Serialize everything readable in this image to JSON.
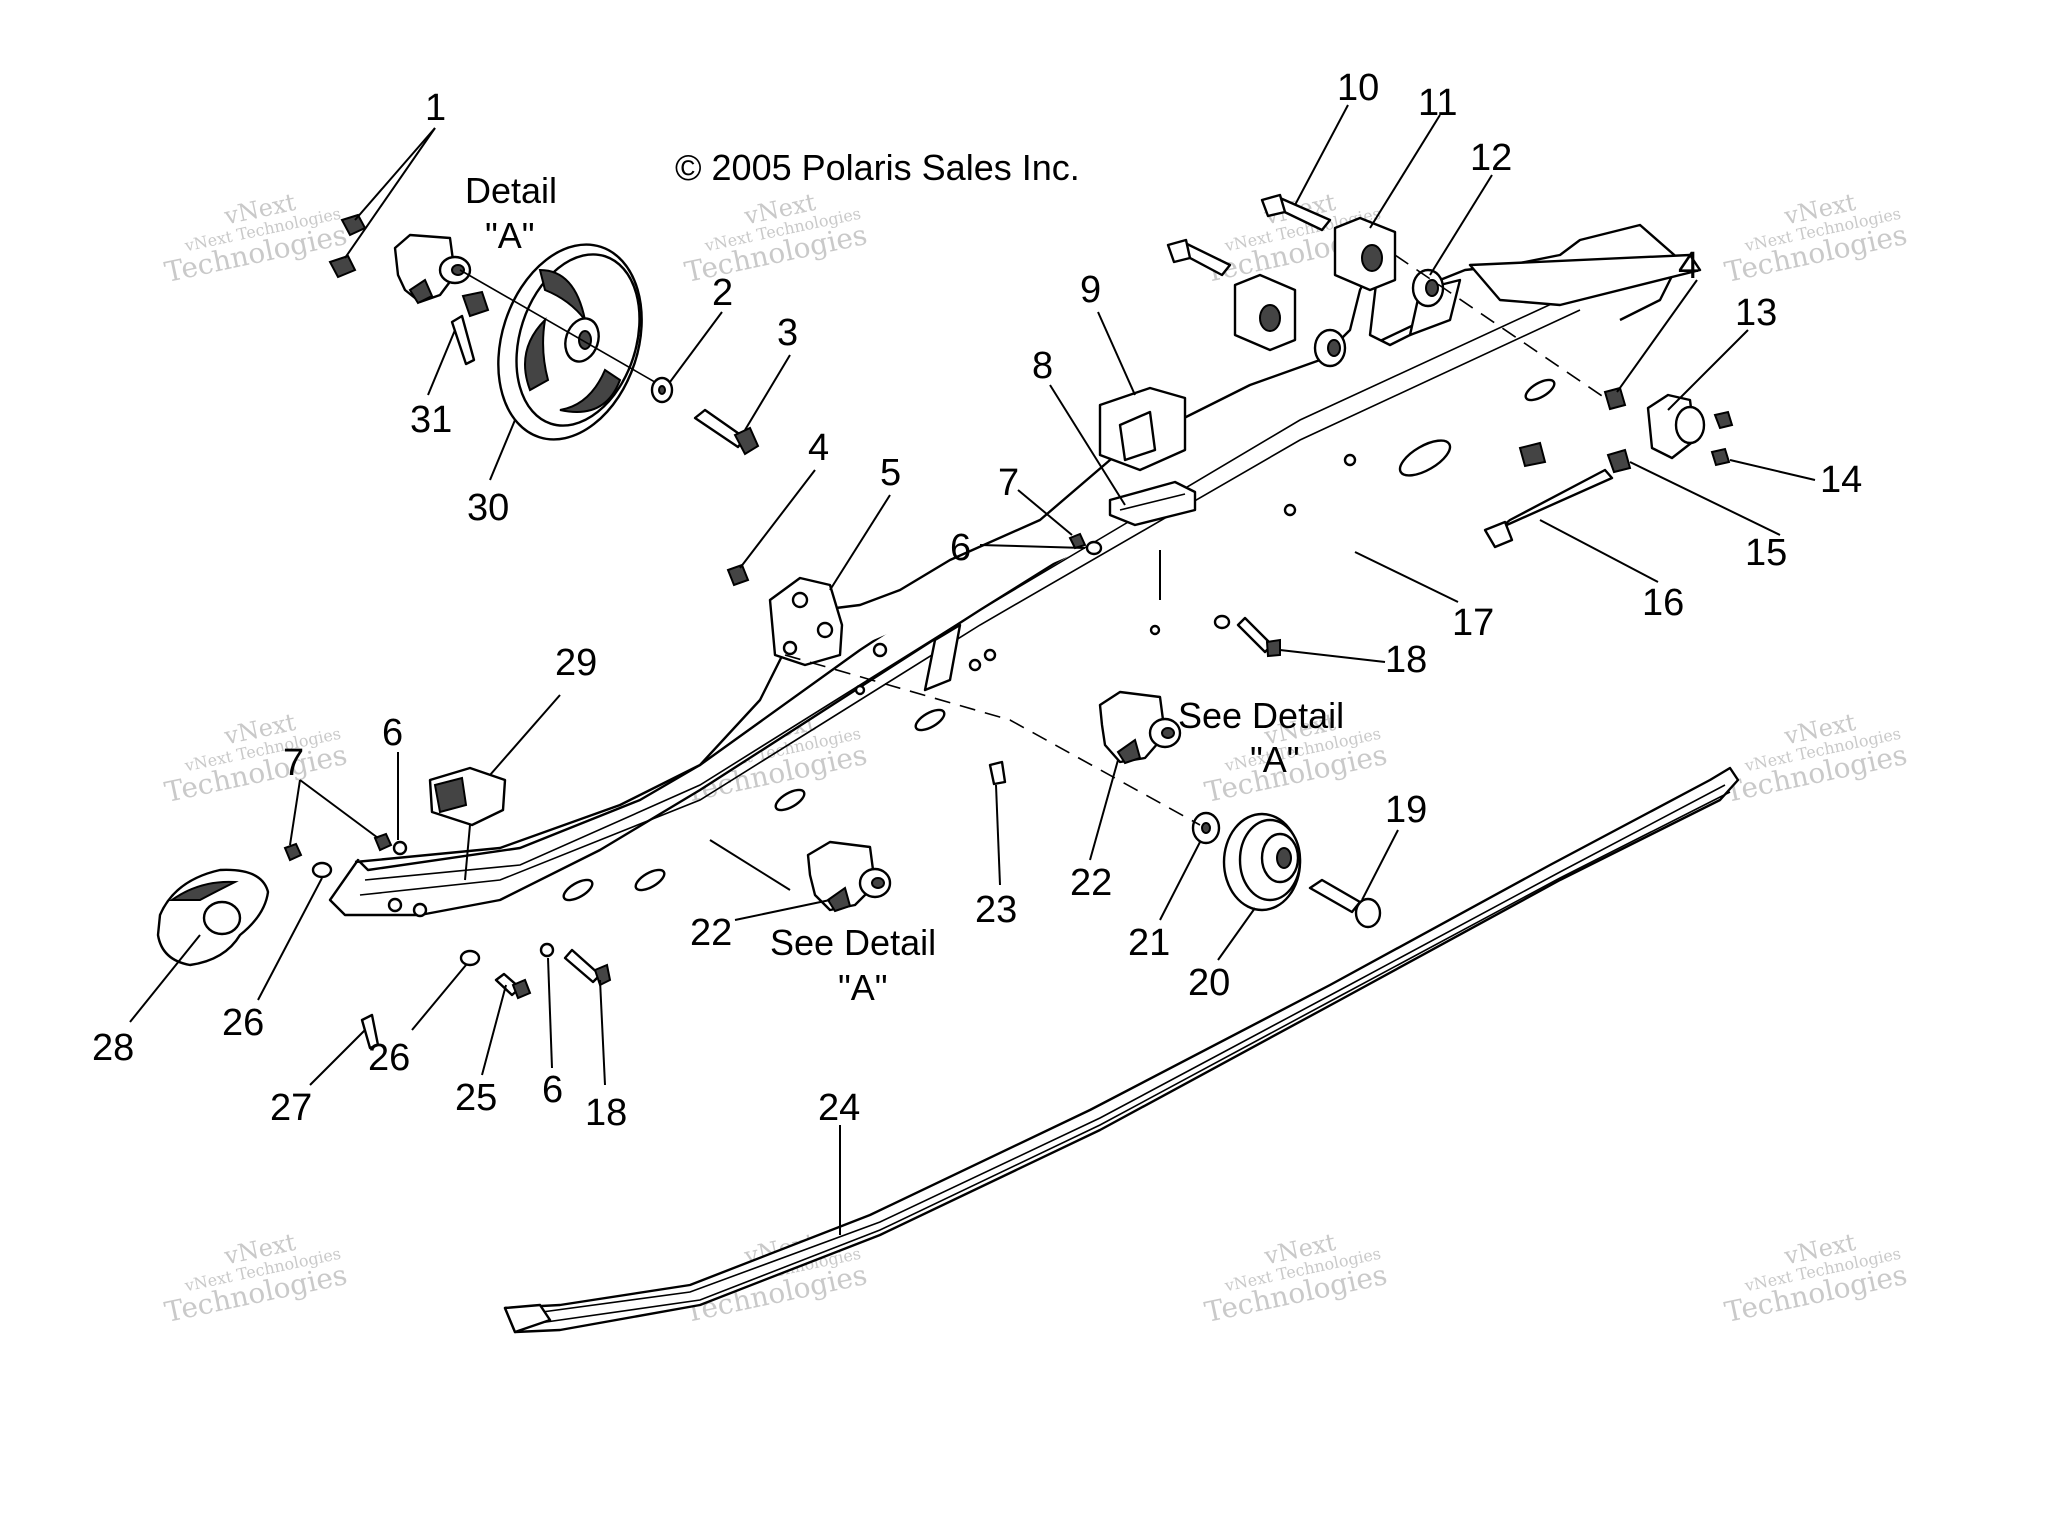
{
  "copyright": "© 2005 Polaris Sales Inc.",
  "detail_title": [
    "Detail",
    "\"A\""
  ],
  "see_detail_1": [
    "See Detail",
    "\"A\""
  ],
  "see_detail_2": [
    "See Detail",
    "\"A\""
  ],
  "watermark": {
    "line1": "vNext",
    "line2": "vNext Technologies",
    "line3": "Technologies"
  },
  "callouts": {
    "c1": "1",
    "c2": "2",
    "c3": "3",
    "c4a": "4",
    "c4b": "4",
    "c5": "5",
    "c6a": "6",
    "c6b": "6",
    "c6c": "6",
    "c7a": "7",
    "c7b": "7",
    "c8": "8",
    "c9": "9",
    "c10": "10",
    "c11": "11",
    "c12": "12",
    "c13": "13",
    "c14": "14",
    "c15": "15",
    "c16": "16",
    "c17": "17",
    "c18a": "18",
    "c18b": "18",
    "c19": "19",
    "c20": "20",
    "c21": "21",
    "c22a": "22",
    "c22b": "22",
    "c23": "23",
    "c24": "24",
    "c25": "25",
    "c26a": "26",
    "c26b": "26",
    "c27": "27",
    "c28": "28",
    "c29": "29",
    "c30": "30",
    "c31": "31"
  }
}
